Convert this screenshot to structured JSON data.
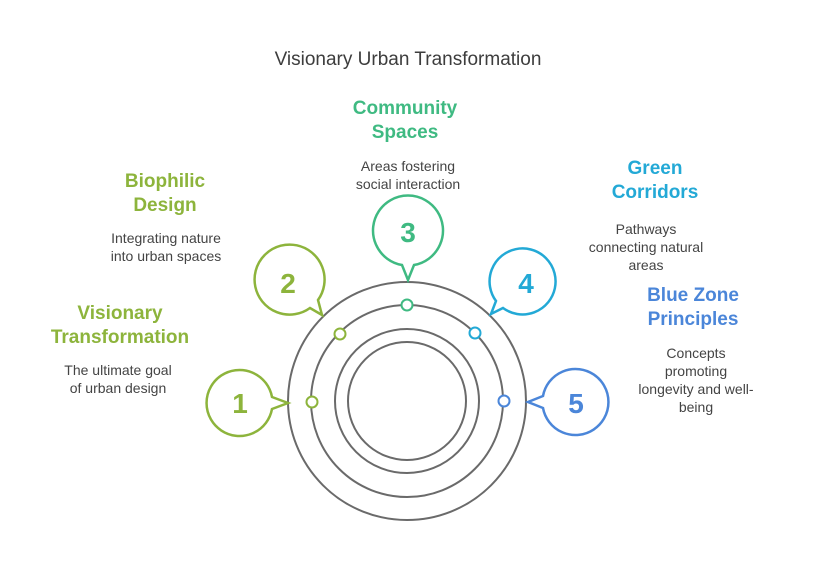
{
  "title": "Visionary Urban Transformation",
  "steps": [
    {
      "number": "1",
      "heading_line1": "Visionary",
      "heading_line2": "Transformation",
      "desc_line1": "The ultimate goal",
      "desc_line2": "of urban design",
      "desc_line3": "",
      "color": "#8db43c"
    },
    {
      "number": "2",
      "heading_line1": "Biophilic",
      "heading_line2": "Design",
      "desc_line1": "Integrating nature",
      "desc_line2": "into urban spaces",
      "desc_line3": "",
      "color": "#8db43c"
    },
    {
      "number": "3",
      "heading_line1": "Community",
      "heading_line2": "Spaces",
      "desc_line1": "Areas fostering",
      "desc_line2": "social interaction",
      "desc_line3": "",
      "color": "#3fba82"
    },
    {
      "number": "4",
      "heading_line1": "Green",
      "heading_line2": "Corridors",
      "desc_line1": "Pathways",
      "desc_line2": "connecting natural",
      "desc_line3": "areas",
      "color": "#23a9d6"
    },
    {
      "number": "5",
      "heading_line1": "Blue Zone",
      "heading_line2": "Principles",
      "desc_line1": "Concepts",
      "desc_line2": "promoting",
      "desc_line3": "longevity and well-being",
      "color": "#4b86d9"
    }
  ],
  "ring_color": "#6a6a6a"
}
